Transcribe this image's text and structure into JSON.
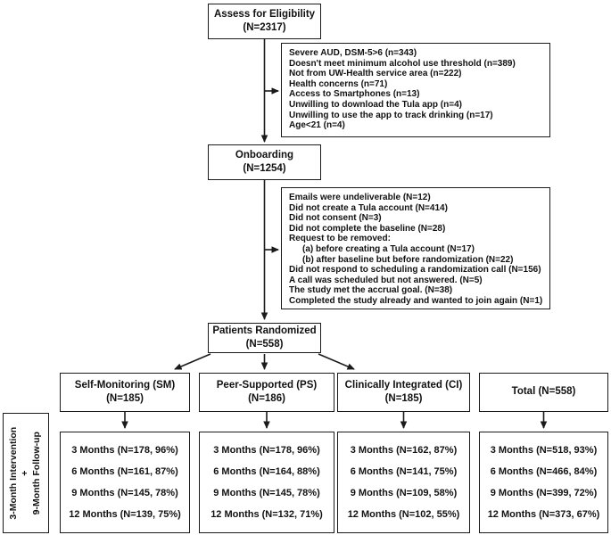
{
  "diagram": {
    "eligibility": {
      "line1": "Assess for Eligibility",
      "line2": "(N=2317)"
    },
    "exclusion1": {
      "lines": [
        "Severe AUD, DSM-5>6 (n=343)",
        "Doesn't meet minimum alcohol use threshold (n=389)",
        "Not from UW-Health service area (n=222)",
        "Health concerns (n=71)",
        "Access to Smartphones (n=13)",
        "Unwilling to download the Tula app (n=4)",
        "Unwilling to use the app to track drinking (n=17)",
        "Age<21 (n=4)"
      ]
    },
    "onboarding": {
      "line1": "Onboarding",
      "line2": "(N=1254)"
    },
    "exclusion2": {
      "lines": [
        "Emails were undeliverable (N=12)",
        "Did not create a Tula account (N=414)",
        "Did not consent (N=3)",
        "Did not complete the baseline (N=28)",
        "Request to be removed:",
        "(a) before creating a Tula account (N=17)",
        "(b) after baseline but before randomization (N=22)",
        "Did not respond to scheduling a randomization call (N=156)",
        "A call was scheduled but not answered. (N=5)",
        "The study met the accrual goal. (N=38)",
        "Completed the study already and wanted to join again (N=1)"
      ]
    },
    "randomized": {
      "line1": "Patients Randomized",
      "line2": "(N=558)"
    },
    "arms": [
      {
        "line1": "Self-Monitoring (SM)",
        "line2": "(N=185)"
      },
      {
        "line1": "Peer-Supported (PS)",
        "line2": "(N=186)"
      },
      {
        "line1": "Clinically Integrated (CI)",
        "line2": "(N=185)"
      },
      {
        "line1": "Total (N=558)"
      }
    ],
    "followups": [
      {
        "rows": [
          "3 Months (N=178, 96%)",
          "6 Months (N=161, 87%)",
          "9 Months (N=145, 78%)",
          "12 Months (N=139, 75%)"
        ]
      },
      {
        "rows": [
          "3 Months (N=178, 96%)",
          "6 Months (N=164, 88%)",
          "9 Months (N=145, 78%)",
          "12 Months (N=132, 71%)"
        ]
      },
      {
        "rows": [
          "3 Months (N=162, 87%)",
          "6 Months (N=141, 75%)",
          "9 Months (N=109, 58%)",
          "12 Months (N=102, 55%)"
        ]
      },
      {
        "rows": [
          "3 Months (N=518, 93%)",
          "6 Months (N=466, 84%)",
          "9 Months (N=399, 72%)",
          "12 Months (N=373, 67%)"
        ]
      }
    ],
    "side_label": {
      "line1": "3-Month Intervention",
      "line2": "+",
      "line3": "9-Month Follow-up"
    },
    "colors": {
      "border": "#1a1a1a",
      "text": "#111111",
      "background": "#ffffff"
    }
  }
}
